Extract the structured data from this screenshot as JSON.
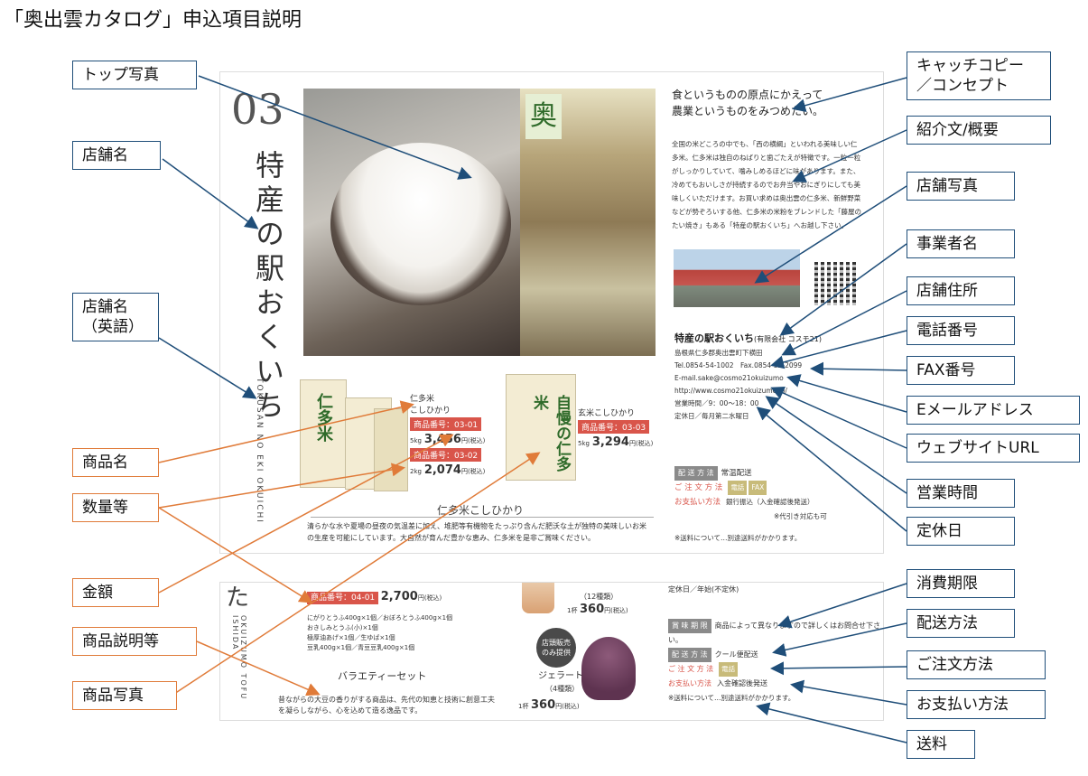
{
  "title": "「奥出雲カタログ」申込項目説明",
  "labels": {
    "top_photo": "トップ写真",
    "shop_name": "店舗名",
    "shop_name_en": "店舗名\n（英語）",
    "catch_copy": "キャッチコピー\n／コンセプト",
    "intro_summary": "紹介文/概要",
    "shop_photo": "店舗写真",
    "company_name": "事業者名",
    "shop_address": "店舗住所",
    "phone": "電話番号",
    "fax": "FAX番号",
    "email": "Eメールアドレス",
    "website": "ウェブサイトURL",
    "hours": "営業時間",
    "holiday": "定休日",
    "product_name": "商品名",
    "quantity": "数量等",
    "amount": "金額",
    "product_desc": "商品説明等",
    "product_photo": "商品写真",
    "expiry": "消費期限",
    "delivery_method": "配送方法",
    "order_method": "ご注文方法",
    "payment_method": "お支払い方法",
    "shipping_fee": "送料"
  },
  "page1": {
    "number": "03",
    "vertical_title": "特産の駅おくいち",
    "vertical_roman": "TOKUSAN NO EKI OKUICHI",
    "catch": [
      "食というものの原点にかえって",
      "農業というものをみつめたい。"
    ],
    "intro": "全国の米どころの中でも、「西の横綱」といわれる美味しい仁多米。仁多米は独自のねばりと歯ごたえが特徴です。一粒一粒がしっかりしていて、噛みしめるほどに味があります。また、冷めてもおいしさが持続するのでお弁当やおにぎりにしても美味しくいただけます。お買い求めは奥出雲の仁多米、新鮮野菜などが勢ぞろいする他、仁多米の米粉をブレンドした「藤屋のたい焼き」もある「特産の駅おくいち」へお越し下さい。",
    "bag_text_1": "仁多米",
    "bag_text_2": "自慢の仁多米",
    "store_sign": "奥",
    "shop": "特産の駅おくいち",
    "shop_company": "(有限会社 コスモ21)",
    "address": "島根県仁多郡奥出雲町下横田",
    "tel_fax": "Tel.0854-54-1002　Fax.0854-52-2099",
    "email": "E-mail.sake@cosmo21okuizumo",
    "url": "http://www.cosmo21okuizumo.jp/",
    "hours": "営業時間／9：00～18：00",
    "holiday": "定休日／毎月第二水曜日",
    "delivery_label": "配 送 方 法",
    "delivery_value": "常温配送",
    "order_label": "ご 注 文 方 法",
    "order_chip1": "電話",
    "order_chip2": "FAX",
    "payment_label": "お支払い方法",
    "payment_value": "銀行振込（入金確認後発送）",
    "payment_note": "※代引き対応も可",
    "shipping_note": "※送料について…別途送料がかかります。",
    "product1_name": "仁多米",
    "product1_sub": "こしひかり",
    "product1_num": "商品番号：03-01",
    "product1_qty": "5kg",
    "product1_price": "3,456",
    "product2_num": "商品番号：03-02",
    "product2_qty": "2kg",
    "product2_price": "2,074",
    "product3_name": "玄米こしひかり",
    "product3_num": "商品番号：03-03",
    "product3_qty": "5kg",
    "product3_price": "3,294",
    "tax": "円(税込)",
    "subhead": "仁多米こしひかり",
    "desc": "清らかな水や夏場の昼夜の気温差に加え、堆肥等有機物をたっぷり含んだ肥沃な土が独特の美味しいお米の生産を可能にしています。大自然が育んだ豊かな恵み、仁多米を是非ご賞味ください。"
  },
  "page2": {
    "char": "た",
    "vroman": "OKUIZUMO TOFU ISHIDA",
    "num": "商品番号：04-01",
    "price": "2,700",
    "tax": "円(税込)",
    "items": [
      "にがりとうふ400g×1個／おぼろとうふ400g×1個",
      "おきしみとうふ(小)×1個",
      "極厚油あげ×1個／生ゆば×1個",
      "豆乳400g×1個／青豆豆乳400g×1個"
    ],
    "subhead": "バラエティーセット",
    "desc": "昔ながらの大豆の香りがする商品は、先代の知恵と技術に創意工夫を凝らしながら、心を込めて造る逸品です。",
    "cup_count": "（12種類）",
    "cup_qty": "1杯",
    "cup_price": "360",
    "badge": "店頭販売のみ提供",
    "gelato": "ジェラート",
    "gelato_count": "（4種類）",
    "gelato_qty": "1杯",
    "gelato_price": "360",
    "holiday": "定休日／年始(不定休)",
    "expiry_label": "賞 味 期 限",
    "expiry_value": "商品によって異なりますので詳しくはお問合せ下さい。",
    "delivery_label": "配 送 方 法",
    "delivery_value": "クール便配送",
    "order_label": "ご 注 文 方 法",
    "order_chip": "電話",
    "payment_label": "お支払い方法",
    "payment_value": "入金確認後発送",
    "shipping_note": "※送料について…別途送料がかかります。"
  }
}
